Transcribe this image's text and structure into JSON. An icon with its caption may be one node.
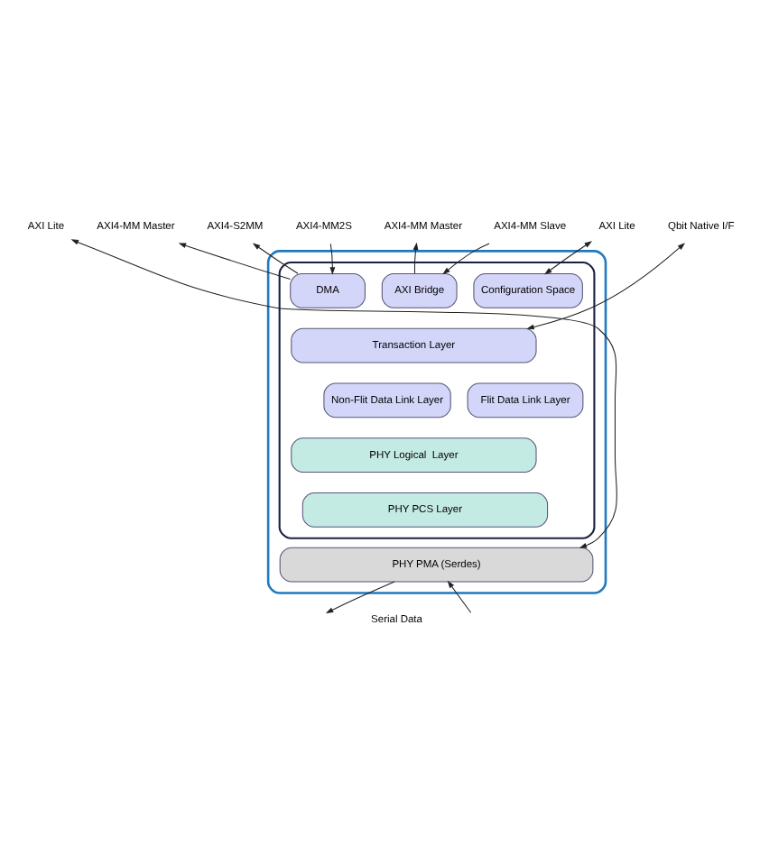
{
  "diagram": {
    "nodes": [
      {
        "text": [],
        "shape": "box"
      },
      {
        "text": [],
        "shape": "box",
        "in": 0
      },
      {
        "text": [
          "DMA"
        ],
        "in": 1
      },
      {
        "text": [
          "AXI Bridge"
        ],
        "in": 1
      },
      {
        "text": [
          "Configuration Space"
        ],
        "in": 1
      },
      {
        "text": [
          "Transaction Layer"
        ],
        "in": 1
      },
      {
        "text": [
          "Non-Flit Data Link Layer"
        ],
        "in": 1
      },
      {
        "text": [
          "Flit Data Link Layer"
        ],
        "in": 1
      },
      {
        "text": [
          "PHY Logical  Layer"
        ],
        "in": 1
      },
      {
        "text": [
          "PHY PCS Layer"
        ],
        "in": 1
      },
      {
        "text": [
          "PHY PMA (Serdes)"
        ],
        "in": 0
      },
      {
        "text": [
          "AXI Lite"
        ]
      },
      {
        "text": [
          "AXI4-MM Master"
        ]
      },
      {
        "text": [
          "AXI4-S2MM"
        ]
      },
      {
        "text": [
          "AXI4-MM2S"
        ]
      },
      {
        "text": [
          "AXI4-MM Master"
        ]
      },
      {
        "text": [
          "AXI4-MM Slave"
        ]
      },
      {
        "text": [
          "AXI Lite"
        ]
      },
      {
        "text": [
          "Qbit Native I/F"
        ]
      }
    ],
    "edges": [
      {
        "from": 10,
        "to": 11,
        "arrow": "both"
      },
      {
        "from": 2,
        "to": 12,
        "arrow": "to"
      },
      {
        "from": 2,
        "to": 13,
        "arrow": "to"
      },
      {
        "from": 14,
        "to": 2,
        "arrow": "to"
      },
      {
        "from": 3,
        "to": 15,
        "arrow": "to"
      },
      {
        "from": 16,
        "to": 3,
        "arrow": "to"
      },
      {
        "from": 4,
        "to": 17,
        "arrow": "both"
      },
      {
        "from": 5,
        "to": 18,
        "arrow": "both"
      },
      {
        "from": 10,
        "to": null,
        "arrow": "to"
      },
      {
        "from": null,
        "to": 10,
        "arrow": "to"
      }
    ],
    "labels": [
      "Serial Data"
    ]
  }
}
